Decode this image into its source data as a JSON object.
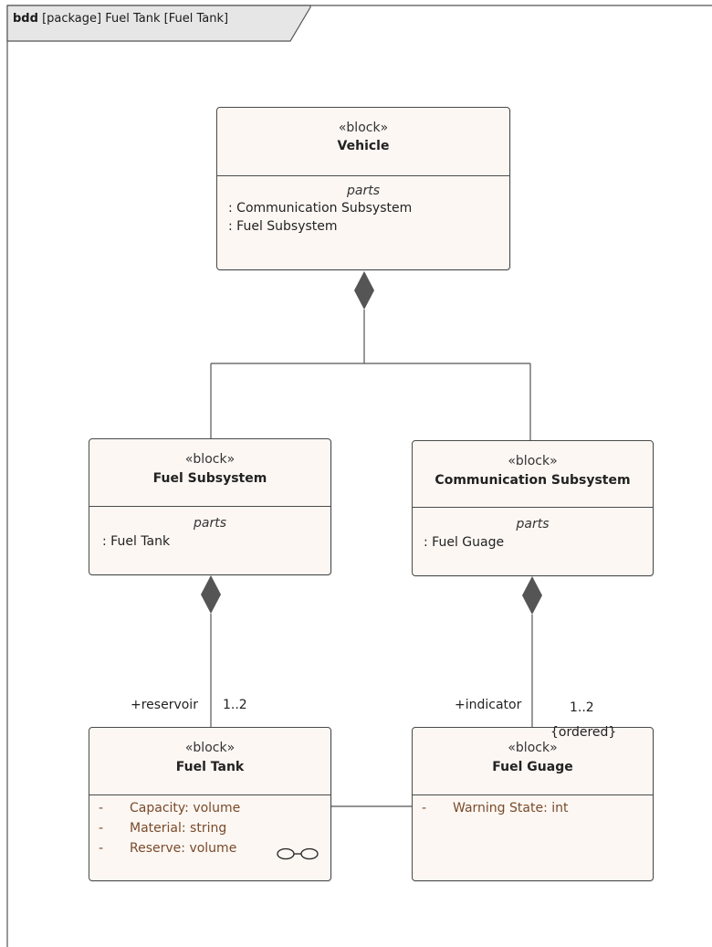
{
  "frame": {
    "kind": "bdd",
    "title": "[package] Fuel Tank [Fuel Tank]"
  },
  "blocks": {
    "vehicle": {
      "stereotype": "«block»",
      "name": "Vehicle",
      "compartment": "parts",
      "parts": [
        ": Communication Subsystem",
        ": Fuel Subsystem"
      ]
    },
    "fuel_subsystem": {
      "stereotype": "«block»",
      "name": "Fuel Subsystem",
      "compartment": "parts",
      "parts": [
        ": Fuel Tank"
      ]
    },
    "comm_subsystem": {
      "stereotype": "«block»",
      "name": "Communication Subsystem",
      "compartment": "parts",
      "parts": [
        ": Fuel Guage"
      ]
    },
    "fuel_tank": {
      "stereotype": "«block»",
      "name": "Fuel Tank",
      "attributes": [
        {
          "visibility": "-",
          "text": "Capacity: volume"
        },
        {
          "visibility": "-",
          "text": "Material: string"
        },
        {
          "visibility": "-",
          "text": "Reserve: volume"
        }
      ]
    },
    "fuel_guage": {
      "stereotype": "«block»",
      "name": "Fuel Guage",
      "attributes": [
        {
          "visibility": "-",
          "text": "Warning State: int"
        }
      ]
    }
  },
  "associations": {
    "reservoir": {
      "role": "+reservoir",
      "multiplicity": "1..2"
    },
    "indicator": {
      "role": "+indicator",
      "multiplicity": "1..2",
      "constraint": "{ordered}"
    }
  },
  "colors": {
    "block_fill": "#fcf7f3",
    "attribute_text": "#7a4a2a",
    "line": "#555555",
    "tab_fill": "#e6e6e6"
  }
}
